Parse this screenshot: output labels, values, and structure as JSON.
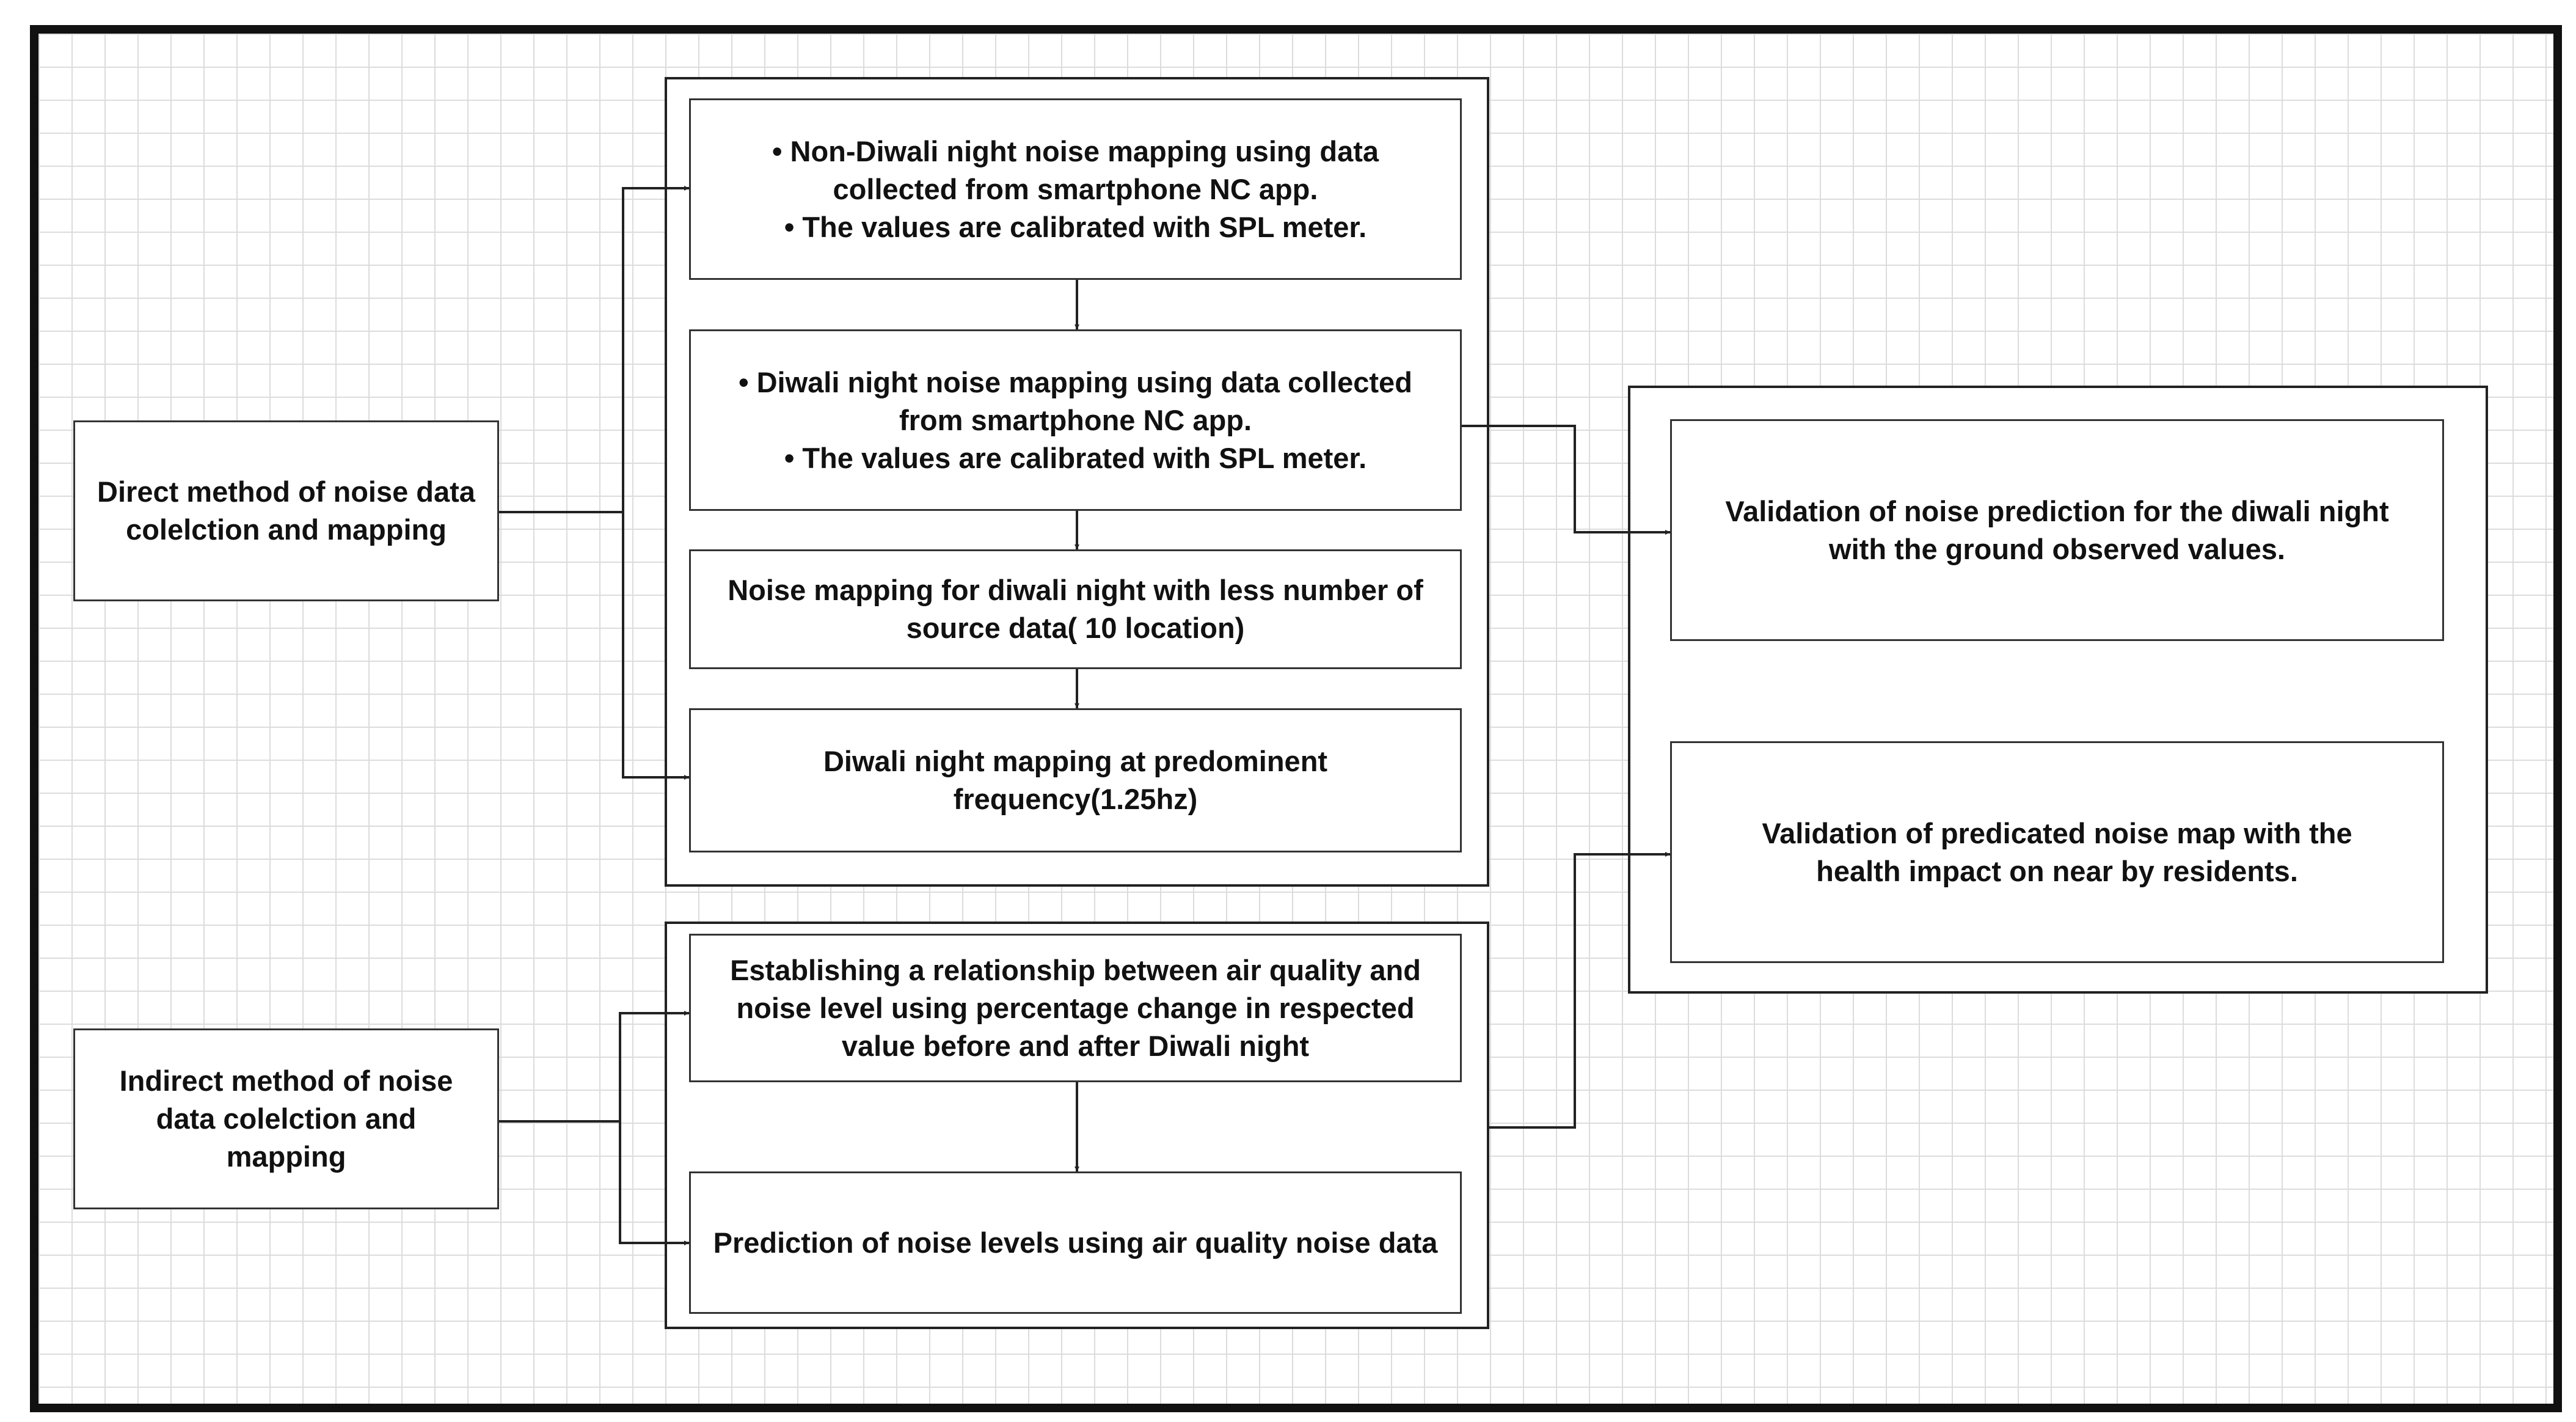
{
  "left_boxes": {
    "direct": "Direct method of noise data colelction and mapping",
    "indirect": "Indirect method of noise data colelction and mapping"
  },
  "direct_steps": {
    "step1": {
      "bullet1": "Non-Diwali night noise mapping using data collected from smartphone NC app.",
      "bullet2": "The values are calibrated with SPL meter."
    },
    "step2": {
      "bullet1": "Diwali night noise mapping using data collected from smartphone NC app.",
      "bullet2": "The values are calibrated with SPL meter."
    },
    "step3": "Noise mapping for diwali night with less number of source data( 10 location)",
    "step4": "Diwali night mapping at predominent frequency(1.25hz)"
  },
  "indirect_steps": {
    "step1": "Establishing a relationship between air quality and noise level using percentage change in respected value before and after Diwali night",
    "step2": "Prediction of noise levels using air quality noise data"
  },
  "validation": {
    "top": "Validation of noise prediction for the diwali night with the ground observed values.",
    "bottom": "Validation of predicated noise map with the health impact on near by residents."
  },
  "colors": {
    "frame": "#111111",
    "grid": "#dcdcdc",
    "box_border": "#333333",
    "text": "#111111",
    "background": "#ffffff"
  }
}
